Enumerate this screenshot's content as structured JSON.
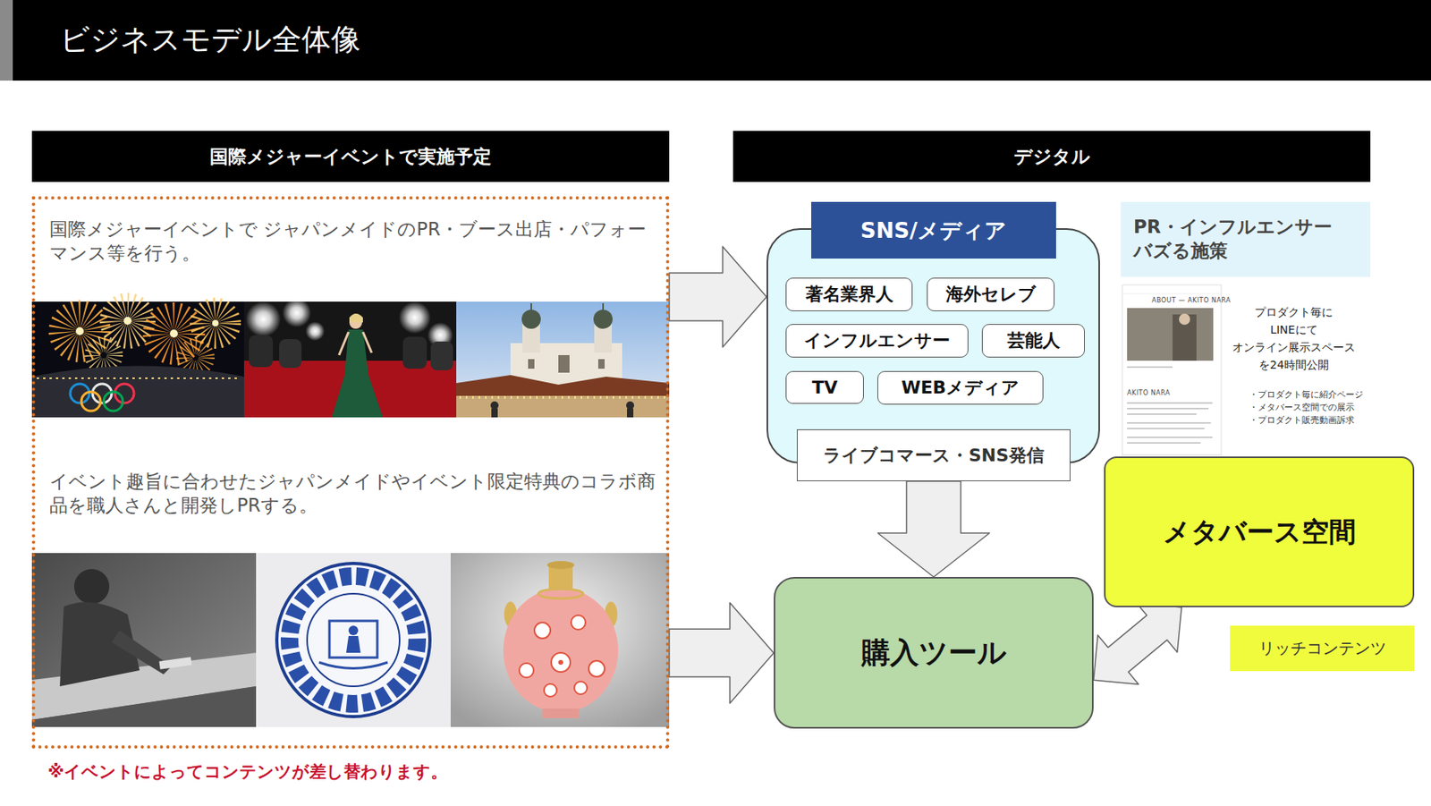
{
  "diagram": {
    "title": "ビジネスモデル全体像",
    "nodes": [
      {
        "text": [
          "国際メジャーイベントで実施予定"
        ]
      },
      {
        "text": [
          "デジタル"
        ]
      },
      {
        "text": [
          "国際メジャーイベントで ジャパンメイドのPR・ブース出店・パフォーマンス等を行う。",
          "イベント趣旨に合わせたジャパンメイドやイベント限定特典のコラボ商品を職人さんと開発しPRする。"
        ]
      },
      {
        "text": [
          "SNS/メディア"
        ]
      },
      {
        "text": [
          "著名業界人"
        ],
        "in": 3
      },
      {
        "text": [
          "海外セレブ"
        ],
        "in": 3
      },
      {
        "text": [
          "インフルエンサー"
        ],
        "in": 3
      },
      {
        "text": [
          "芸能人"
        ],
        "in": 3
      },
      {
        "text": [
          "TV"
        ],
        "in": 3
      },
      {
        "text": [
          "WEBメディア"
        ],
        "in": 3
      },
      {
        "text": [
          "ライブコマース・SNS発信"
        ],
        "in": 3
      },
      {
        "text": [
          "PR・インフルエンサー バズる施策"
        ]
      },
      {
        "text": [
          "メタバース空間"
        ]
      },
      {
        "text": [
          "購入ツール"
        ]
      },
      {
        "text": [
          "リッチコンテンツ"
        ]
      }
    ],
    "edges": [
      {
        "from": 2,
        "to": 3,
        "arrow": "to"
      },
      {
        "from": 2,
        "to": 13,
        "arrow": "to"
      },
      {
        "from": 3,
        "to": 13,
        "arrow": "to"
      },
      {
        "from": 13,
        "to": 12,
        "arrow": "both"
      }
    ],
    "labels": [
      "※イベントによってコンテンツが差し替わります。",
      "ABOUT — AKITO NARA",
      "AKITO NARA",
      "プロダクト毎に LINEにて オンライン展示スペース を24時間公開",
      "・プロダクト毎に紹介ページ",
      "・メタバース空間での展示",
      "・プロダクト販売動画訴求"
    ]
  }
}
